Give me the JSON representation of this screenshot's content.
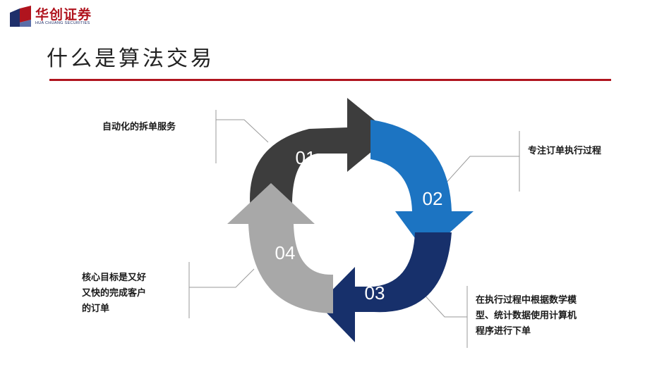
{
  "brand": {
    "name_cn": "华创证券",
    "name_en": "HUA CHUANG SECURITIES",
    "color": "#b0141e"
  },
  "page": {
    "title": "什么是算法交易"
  },
  "cycle": {
    "steps": [
      {
        "number": "01",
        "color": "#3d3d3d",
        "callout": [
          "自动化的拆单服务"
        ]
      },
      {
        "number": "02",
        "color": "#1c74c2",
        "callout": [
          "专注订单执行过程"
        ]
      },
      {
        "number": "03",
        "color": "#17306b",
        "callout": [
          "在执行过程中根据数学模",
          "型、统计数据使用计算机",
          "程序进行下单"
        ]
      },
      {
        "number": "04",
        "color": "#a8a8a8",
        "callout": [
          "核心目标是又好",
          "又快的完成客户",
          "的订单"
        ]
      }
    ]
  }
}
